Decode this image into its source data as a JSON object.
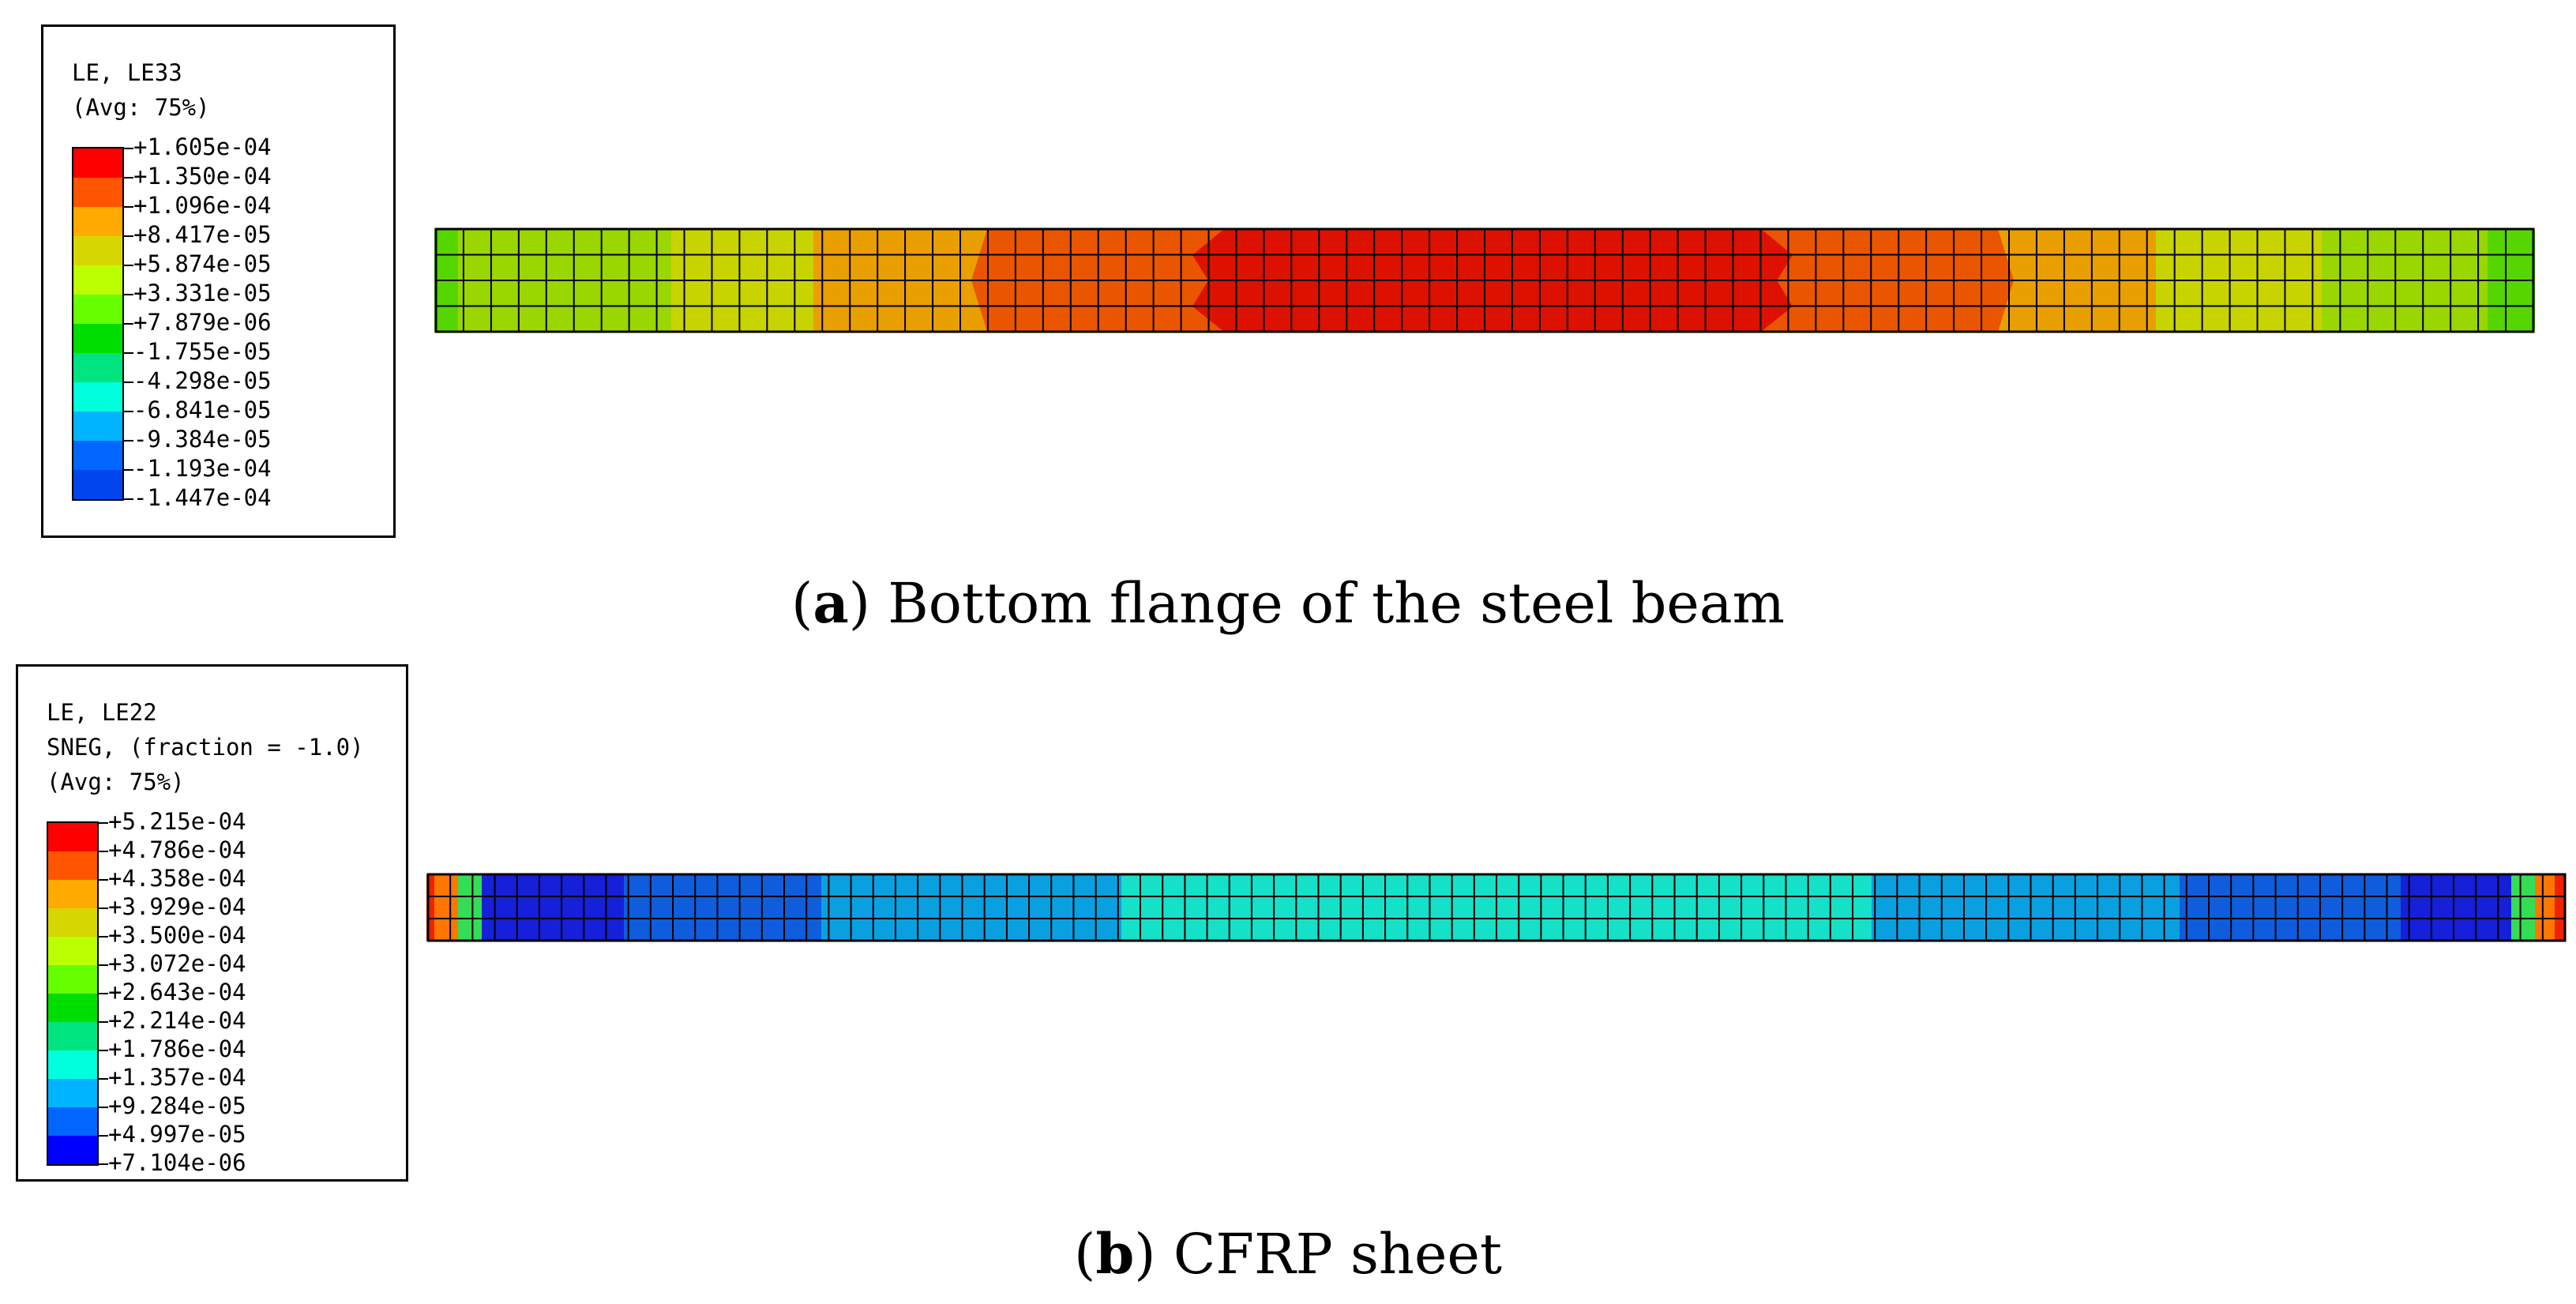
{
  "panel_a": {
    "legend": {
      "variable": "LE, LE33",
      "averaging": "(Avg: 75%)",
      "levels": [
        "+1.605e-04",
        "+1.350e-04",
        "+1.096e-04",
        "+8.417e-05",
        "+5.874e-05",
        "+3.331e-05",
        "+7.879e-06",
        "-1.755e-05",
        "-4.298e-05",
        "-6.841e-05",
        "-9.384e-05",
        "-1.193e-04",
        "-1.447e-04"
      ],
      "colors": [
        "#ff0000",
        "#ff5500",
        "#ffaa00",
        "#d6d600",
        "#bbff00",
        "#66ff00",
        "#00dd00",
        "#00e480",
        "#00ffdd",
        "#00b4ff",
        "#0066ff",
        "#0044ee",
        "#0000ff"
      ]
    },
    "caption_letter": "a",
    "caption_text": "Bottom flange of the steel beam",
    "beam_colors": {
      "red": "#dd1100",
      "orange": "#ea5500",
      "amber": "#e99f00",
      "yellow": "#c8d400",
      "lime": "#9ad600",
      "green": "#55d600"
    }
  },
  "panel_b": {
    "legend": {
      "variable": "LE, LE22",
      "section": "SNEG, (fraction = -1.0)",
      "averaging": "(Avg: 75%)",
      "levels": [
        "+5.215e-04",
        "+4.786e-04",
        "+4.358e-04",
        "+3.929e-04",
        "+3.500e-04",
        "+3.072e-04",
        "+2.643e-04",
        "+2.214e-04",
        "+1.786e-04",
        "+1.357e-04",
        "+9.284e-05",
        "+4.997e-05",
        "+7.104e-06"
      ],
      "colors": [
        "#ff0000",
        "#ff5500",
        "#ffaa00",
        "#d6d600",
        "#bbff00",
        "#66ff00",
        "#00dd00",
        "#00e480",
        "#00ffdd",
        "#00b4ff",
        "#0066ff",
        "#0000ff"
      ]
    },
    "caption_letter": "b",
    "caption_text": "CFRP sheet",
    "beam_colors": {
      "darkblue": "#1520d8",
      "blue": "#0f5ddd",
      "midblue": "#0aa0e0",
      "cyan": "#14e1c8",
      "green": "#33dd55",
      "orange": "#ff7700",
      "red": "#ee2200"
    }
  }
}
